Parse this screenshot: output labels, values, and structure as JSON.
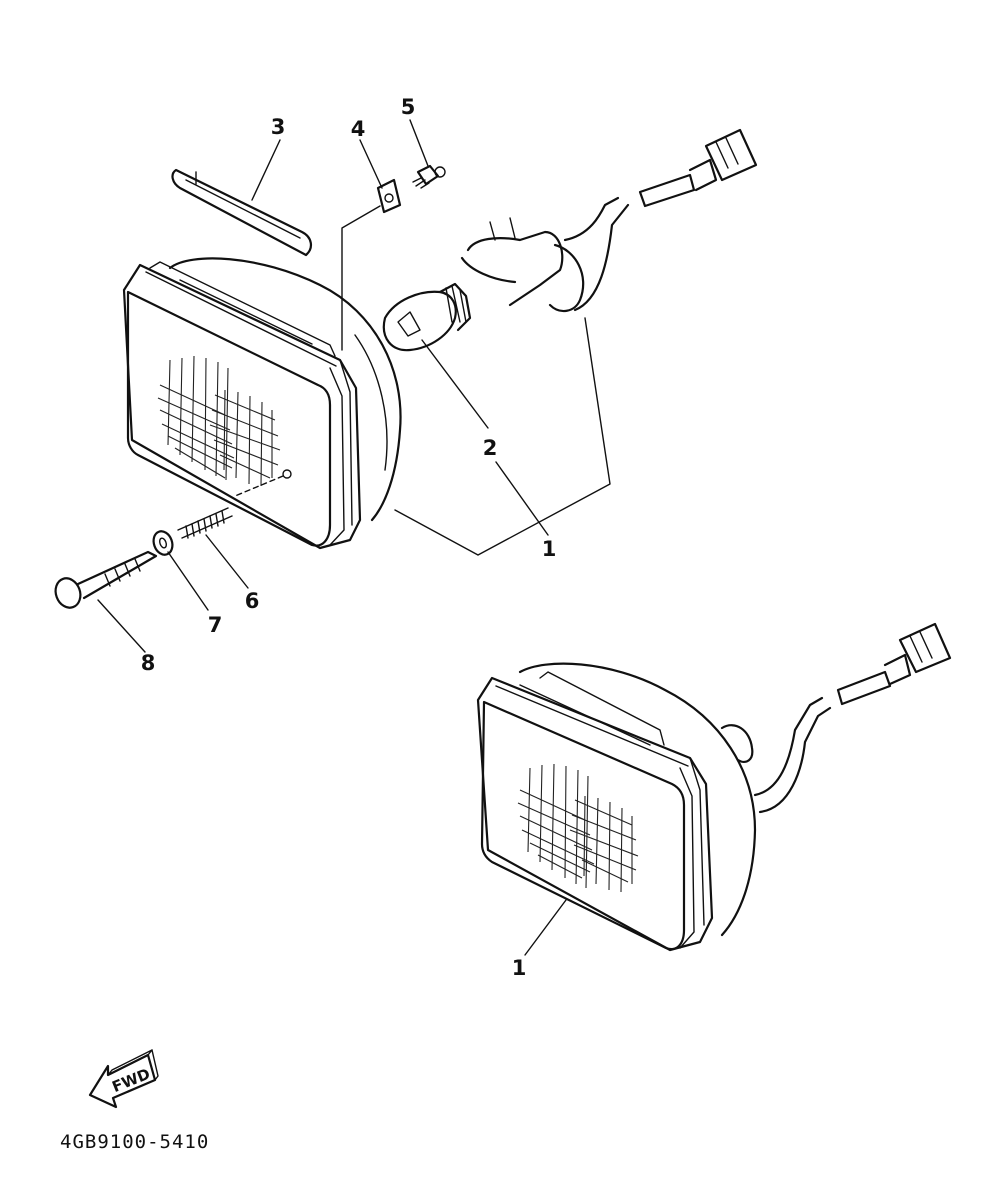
{
  "callouts": {
    "c1a": "1",
    "c1b": "1",
    "c2": "2",
    "c3": "3",
    "c4": "4",
    "c5": "5",
    "c6": "6",
    "c7": "7",
    "c8": "8"
  },
  "fwd_label": "FWD",
  "diagram_code": "4GB9100-5410"
}
